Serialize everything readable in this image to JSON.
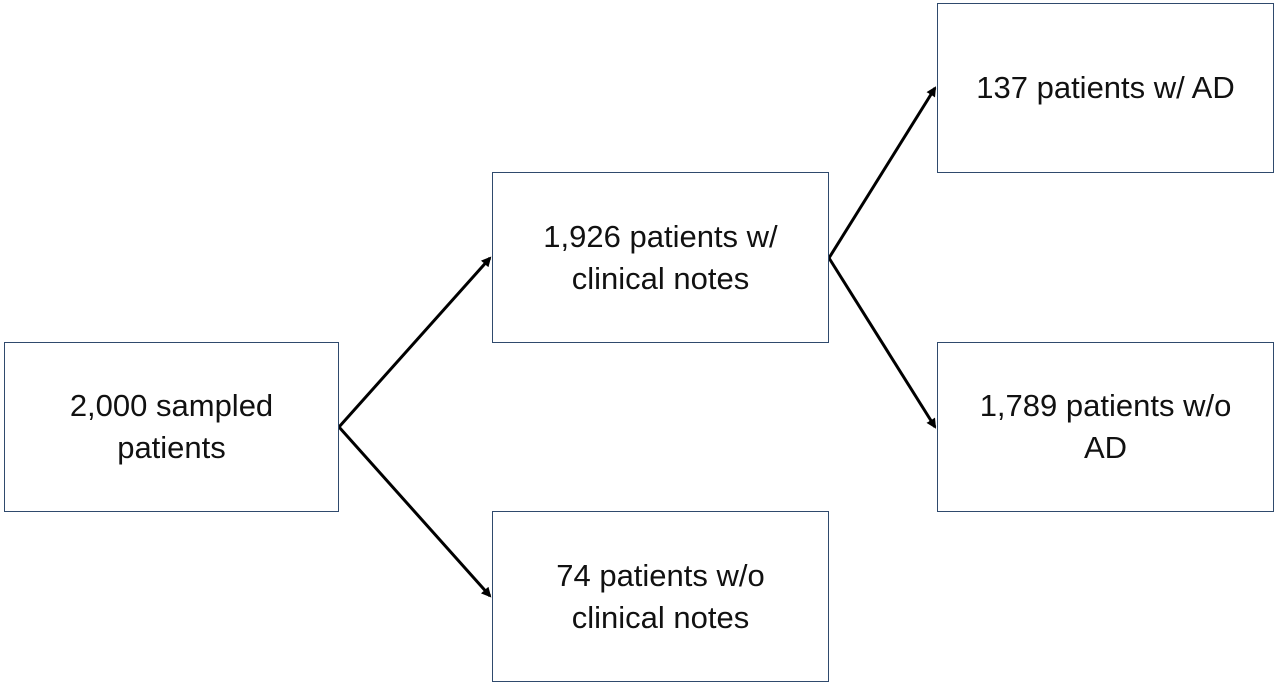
{
  "nodes": {
    "root": {
      "text": "2,000 sampled patients"
    },
    "with_notes": {
      "text": "1,926 patients w/ clinical notes"
    },
    "without_notes": {
      "text": "74 patients w/o clinical notes"
    },
    "with_ad": {
      "text": "137 patients w/ AD"
    },
    "without_ad": {
      "text": "1,789 patients w/o AD"
    }
  },
  "colors": {
    "box_border": "#2f4a6d",
    "arrow": "#000000",
    "text": "#111111"
  }
}
